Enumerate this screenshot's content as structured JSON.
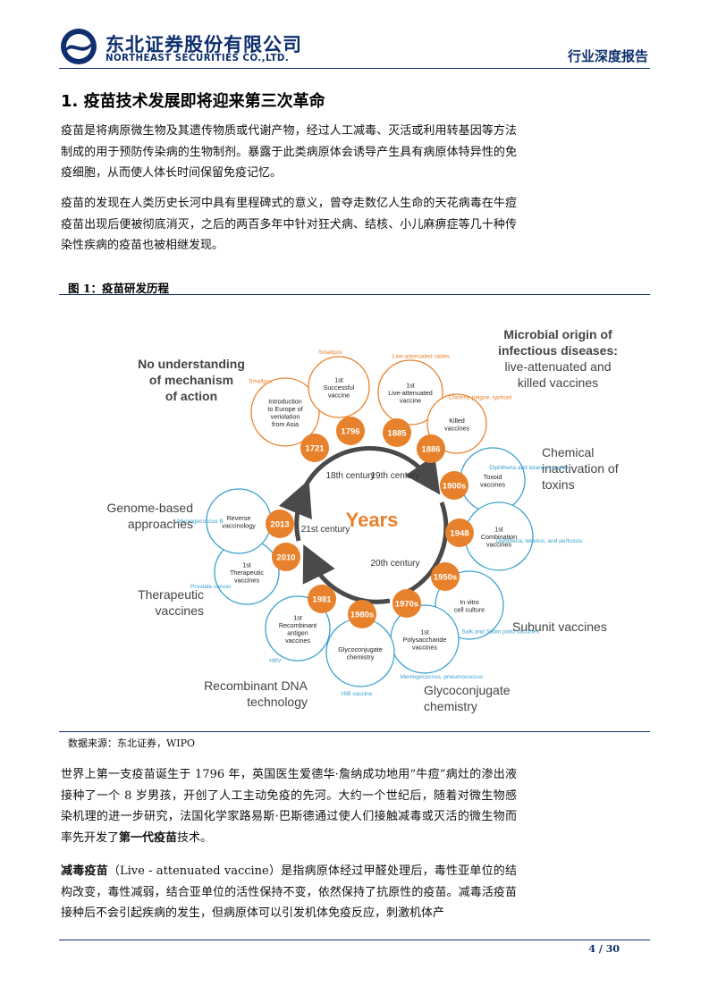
{
  "header": {
    "company_cn": "东北证券股份有限公司",
    "company_en": "NORTHEAST SECURITIES CO.,LTD.",
    "report_type": "行业深度报告"
  },
  "section": {
    "title": "1.  疫苗技术发展即将迎来第三次革命",
    "p1": "疫苗是将病原微生物及其遗传物质或代谢产物，经过人工减毒、灭活或利用转基因等方法制成的用于预防传染病的生物制剂。暴露于此类病原体会诱导产生具有病原体特异性的免疫细胞，从而使人体长时间保留免疫记忆。",
    "p2": "疫苗的发现在人类历史长河中具有里程碑式的意义，曾夺走数亿人生命的天花病毒在牛痘疫苗出现后便被彻底消灭，之后的两百多年中针对狂犬病、结核、小儿麻痹症等几十种传染性疾病的疫苗也被相继发现。"
  },
  "figure": {
    "caption": "图 1：疫苗研发历程",
    "source": "数据来源：东北证券，WIPO",
    "center_label": "Years",
    "centuries": {
      "c18": "18th century",
      "c19": "19th century",
      "c20": "20th century",
      "c21": "21st century"
    },
    "categories": {
      "no_understanding": [
        "No understanding",
        "of mechanism",
        "of action"
      ],
      "microbial": [
        "Microbial origin of",
        "infectious diseases:",
        "live-attenuated and",
        "killed vaccines"
      ],
      "chemical": [
        "Chemical",
        "inactivation of",
        "toxins"
      ],
      "genome": [
        "Genome-based",
        "approaches"
      ],
      "therapeutic": [
        "Therapeutic",
        "vaccines"
      ],
      "subunit": [
        "Subunit vaccines"
      ],
      "recombinant": [
        "Recombinant DNA",
        "technology"
      ],
      "glycoconjugate": [
        "Glycoconjugate",
        "chemistry"
      ]
    },
    "milestones": {
      "y1721": {
        "year": "1721",
        "lines": [
          "Introduction",
          "to Europe of",
          "veriolation",
          "from Asia"
        ],
        "arc": "Smallpox"
      },
      "y1796": {
        "year": "1796",
        "lines": [
          "1st",
          "Successful",
          "vaccine"
        ],
        "arc": "Smallpox"
      },
      "y1885": {
        "year": "1885",
        "lines": [
          "1st",
          "Live-attenuated",
          "vaccine"
        ],
        "arc": "Live-attenuated rabies"
      },
      "y1886": {
        "year": "1886",
        "lines": [
          "Killed",
          "vaccines"
        ],
        "arc": "Cholera, plague, typhoid"
      },
      "y1900s": {
        "year": "1900s",
        "lines": [
          "Toxoid",
          "vaccines"
        ],
        "arc": "Diphtheria and tetanus toxoids"
      },
      "y1948": {
        "year": "1948",
        "lines": [
          "1st",
          "Combination",
          "vaccines"
        ],
        "arc": "Diphtheria, tetanus, and pertussis"
      },
      "y1950s": {
        "year": "1950s",
        "lines": [
          "In vitro",
          "cell culture"
        ],
        "arc": "Salk and Sabin polio vaccines"
      },
      "y1970s": {
        "year": "1970s",
        "lines": [
          "1st",
          "Polysaccharide",
          "vaccines"
        ],
        "arc": "Meningococcus, pneumococcus"
      },
      "y1980s": {
        "year": "1980s",
        "lines": [
          "Glycoconjugate",
          "chemistry"
        ],
        "arc": "HIB vaccine"
      },
      "y1981": {
        "year": "1981",
        "lines": [
          "1st",
          "Recombinant",
          "antigen",
          "vaccines"
        ],
        "arc": "HBV"
      },
      "y2010": {
        "year": "2010",
        "lines": [
          "1st",
          "Therapeutic",
          "vaccines"
        ],
        "arc": "Prostate cancer"
      },
      "y2013": {
        "year": "2013",
        "lines": [
          "Reverse",
          "vaccinology"
        ],
        "arc": "Meningococcus B"
      }
    },
    "colors": {
      "orange": "#e8812b",
      "blue": "#3aa0cc",
      "gray": "#4a4a4a"
    }
  },
  "body": {
    "p3_a": "世界上第一支疫苗诞生于 1796 年，英国医生爱德华·詹纳成功地用“牛痘”病灶的渗出液接种了一个 8 岁男孩，开创了人工主动免疫的先河。大约一个世纪后，随着对微生物感染机理的进一步研究，法国化学家路易斯·巴斯德通过使人们接触减毒或灭活的微生物而率先开发了",
    "p3_bold": "第一代疫苗",
    "p3_b": "技术。",
    "p4_bold": "减毒疫苗",
    "p4_rest": "（Live - attenuated vaccine）是指病原体经过甲醛处理后，毒性亚单位的结构改变，毒性减弱，结合亚单位的活性保持不变，依然保持了抗原性的疫苗。减毒活疫苗接种后不会引起疾病的发生，但病原体可以引发机体免疫反应，刺激机体产"
  },
  "footer": {
    "page": "4 / 30"
  }
}
